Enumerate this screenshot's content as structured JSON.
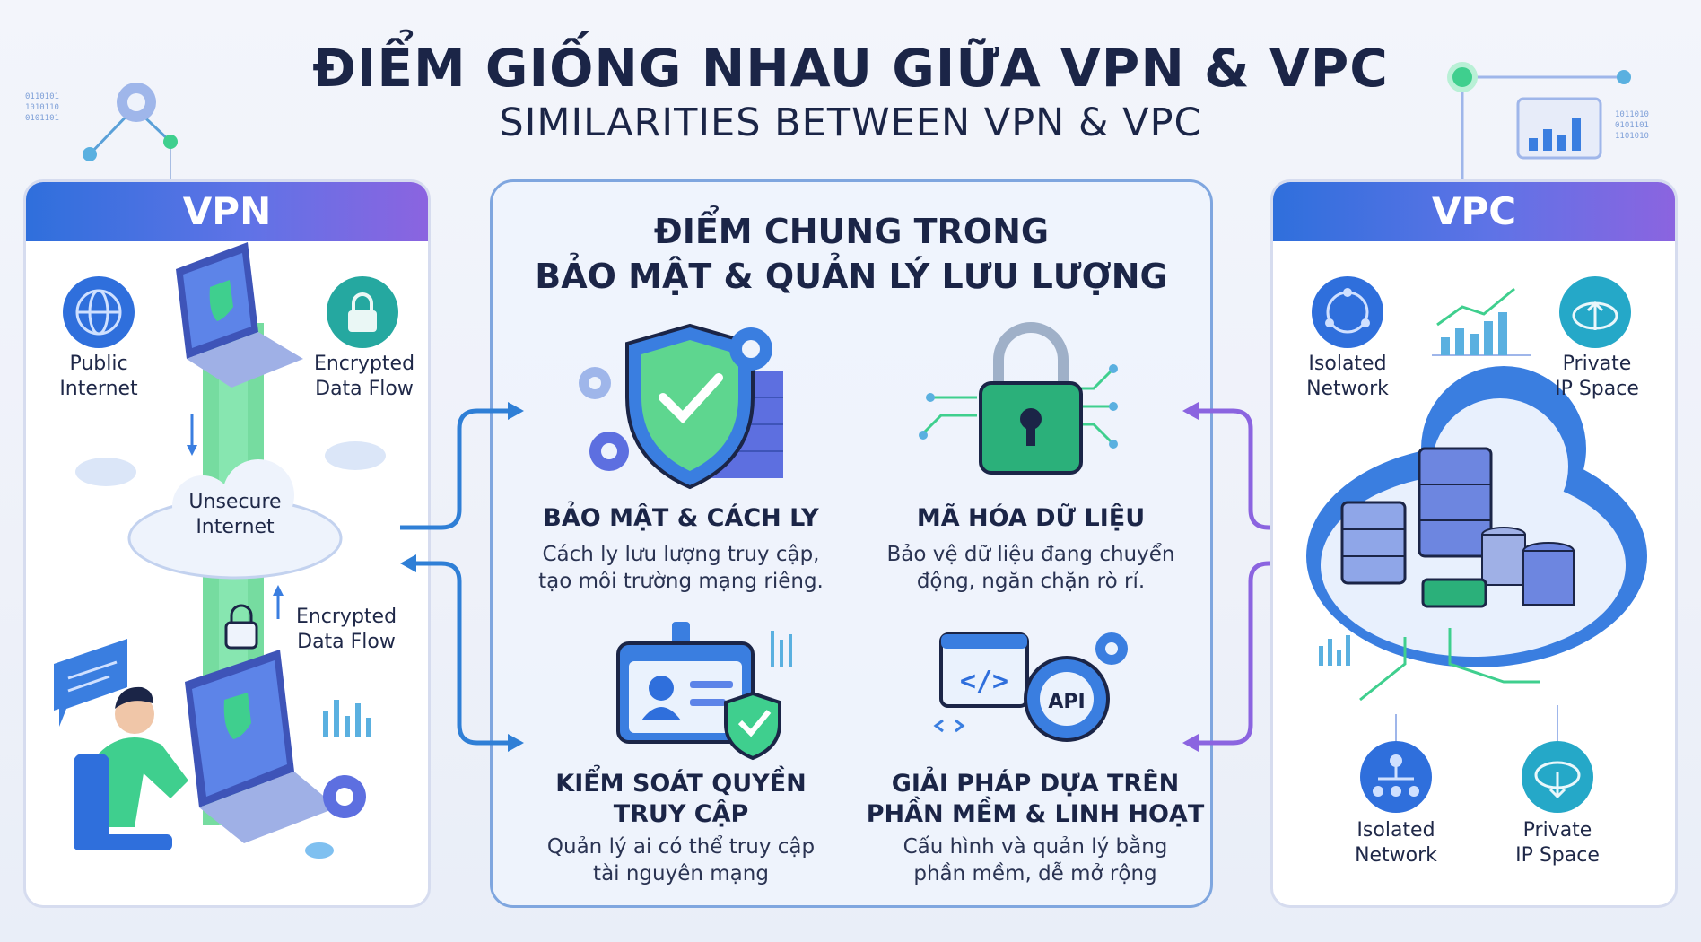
{
  "header": {
    "title": "ĐIỂM GIỐNG NHAU GIỮA VPN & VPC",
    "subtitle": "SIMILARITIES BETWEEN VPN & VPC"
  },
  "vpn": {
    "title": "VPN",
    "labels": {
      "public_internet_1": "Public",
      "public_internet_2": "Internet",
      "encrypted_top_1": "Encrypted",
      "encrypted_top_2": "Data Flow",
      "unsecure_1": "Unsecure",
      "unsecure_2": "Internet",
      "encrypted_bottom_1": "Encrypted",
      "encrypted_bottom_2": "Data Flow"
    }
  },
  "center": {
    "title_line1": "ĐIỂM CHUNG TRONG",
    "title_line2": "BẢO MẬT & QUẢN LÝ LƯU LƯỢNG",
    "cards": [
      {
        "title1": "BẢO MẬT & CÁCH LY",
        "title2": "",
        "desc1": "Cách ly lưu lượng truy cập,",
        "desc2": "tạo môi trường mạng riêng."
      },
      {
        "title1": "MÃ HÓA DỮ LIỆU",
        "title2": "",
        "desc1": "Bảo vệ dữ liệu đang chuyển",
        "desc2": "động, ngăn chặn rò rỉ."
      },
      {
        "title1": "KIỂM SOÁT QUYỀN",
        "title2": "TRUY CẬP",
        "desc1": "Quản lý ai có thể truy cập",
        "desc2": "tài nguyên mạng"
      },
      {
        "title1": "GIẢI PHÁP DỰA TRÊN",
        "title2": "PHẦN MỀM & LINH HOẠT",
        "desc1": "Cấu hình và quản lý bằng",
        "desc2": "phần mềm, dễ mở rộng"
      }
    ],
    "api_label": "API"
  },
  "vpc": {
    "title": "VPC",
    "labels": {
      "isolated_top_1": "Isolated",
      "isolated_top_2": "Network",
      "private_top_1": "Private",
      "private_top_2": "IP Space",
      "isolated_bottom_1": "Isolated",
      "isolated_bottom_2": "Network",
      "private_bottom_1": "Private",
      "private_bottom_2": "IP Space"
    }
  },
  "colors": {
    "blue": "#2f6fdc",
    "purple": "#8b64e0",
    "green": "#3fcf8e",
    "navy": "#1b2547"
  }
}
